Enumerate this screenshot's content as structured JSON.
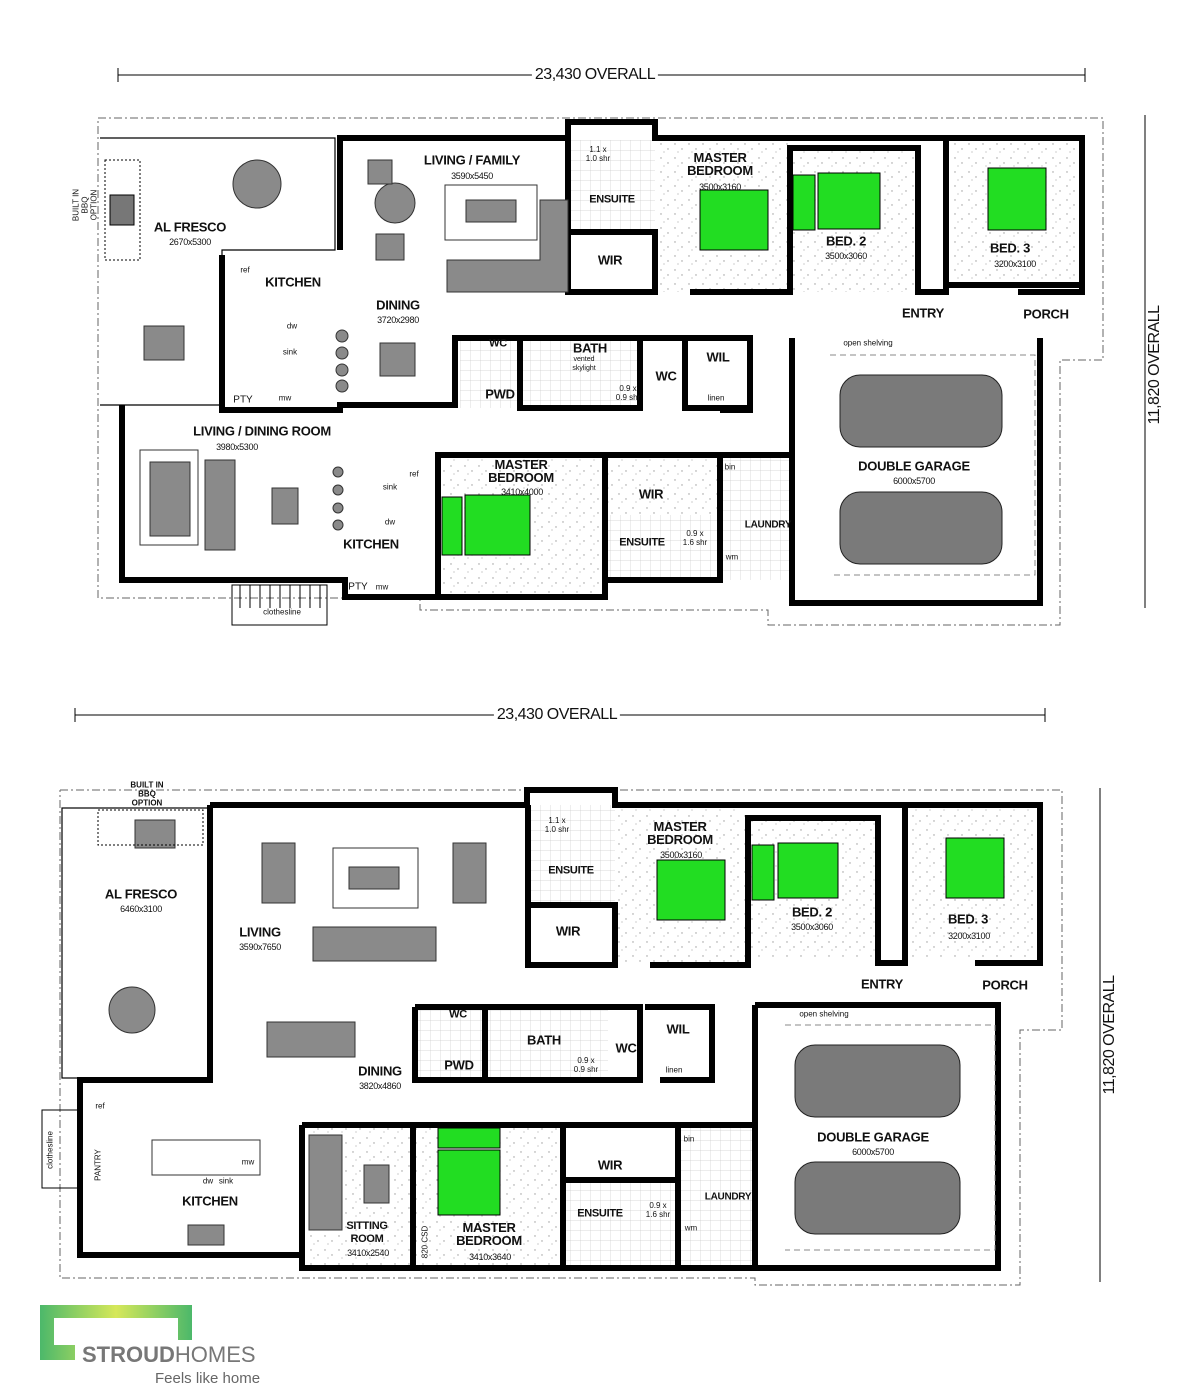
{
  "brand": {
    "name_bold": "STROUD",
    "name_light": "HOMES",
    "tagline": "Feels like home",
    "colors": {
      "green": "#4cb86a",
      "lime": "#d6e85a",
      "text": "#777777"
    }
  },
  "colors": {
    "bed": "#22dd22",
    "furniture": "#8a8a8a",
    "wall": "#000000"
  },
  "plans": [
    {
      "overall_width": "23,430 OVERALL",
      "overall_depth": "11,820 OVERALL",
      "rooms": [
        {
          "name": "LIVING / FAMILY",
          "dim": "3590x5450"
        },
        {
          "name": "AL FRESCO",
          "dim": "2670x5300"
        },
        {
          "name": "KITCHEN"
        },
        {
          "name": "DINING",
          "dim": "3720x2980"
        },
        {
          "name": "ENSUITE"
        },
        {
          "name": "WIR"
        },
        {
          "name": "MASTER BEDROOM",
          "dim": "3500x3160"
        },
        {
          "name": "BED. 2",
          "dim": "3500x3060"
        },
        {
          "name": "BED. 3",
          "dim": "3200x3100"
        },
        {
          "name": "ENTRY"
        },
        {
          "name": "PORCH"
        },
        {
          "name": "WC"
        },
        {
          "name": "BATH"
        },
        {
          "name": "PWD"
        },
        {
          "name": "WC"
        },
        {
          "name": "WIL"
        },
        {
          "name": "DOUBLE GARAGE",
          "dim": "6000x5700"
        },
        {
          "name": "LIVING / DINING ROOM",
          "dim": "3980x5300"
        },
        {
          "name": "KITCHEN"
        },
        {
          "name": "MASTER BEDROOM",
          "dim": "3410x4000"
        },
        {
          "name": "WIR"
        },
        {
          "name": "ENSUITE"
        },
        {
          "name": "LAUNDRY"
        }
      ],
      "notes": [
        "BUILT IN BBQ OPTION",
        "ref",
        "dw",
        "sink",
        "mw",
        "PTY",
        "1.1 x 1.0 shr",
        "vented skylight",
        "0.9 x 0.9 shr",
        "linen",
        "open shelving",
        "sink",
        "dw",
        "ref",
        "PTY",
        "mw",
        "bin",
        "0.9 x 1.6 shr",
        "wm",
        "clothesline"
      ]
    },
    {
      "overall_width": "23,430 OVERALL",
      "overall_depth": "11,820 OVERALL",
      "rooms": [
        {
          "name": "AL FRESCO",
          "dim": "6460x3100"
        },
        {
          "name": "LIVING",
          "dim": "3590x7650"
        },
        {
          "name": "DINING",
          "dim": "3820x4860"
        },
        {
          "name": "KITCHEN"
        },
        {
          "name": "SITTING ROOM",
          "dim": "3410x2540"
        },
        {
          "name": "MASTER BEDROOM",
          "dim": "3410x3640"
        },
        {
          "name": "WIR"
        },
        {
          "name": "ENSUITE"
        },
        {
          "name": "LAUNDRY"
        },
        {
          "name": "ENSUITE"
        },
        {
          "name": "WIR"
        },
        {
          "name": "MASTER BEDROOM",
          "dim": "3500x3160"
        },
        {
          "name": "BED. 2",
          "dim": "3500x3060"
        },
        {
          "name": "BED. 3",
          "dim": "3200x3100"
        },
        {
          "name": "ENTRY"
        },
        {
          "name": "PORCH"
        },
        {
          "name": "WC"
        },
        {
          "name": "PWD"
        },
        {
          "name": "BATH"
        },
        {
          "name": "WC"
        },
        {
          "name": "WIL"
        },
        {
          "name": "DOUBLE GARAGE",
          "dim": "6000x5700"
        }
      ],
      "notes": [
        "BUILT IN BBQ OPTION",
        "ref",
        "PANTRY",
        "clothesline",
        "dw",
        "sink",
        "mw",
        "820 CSD",
        "bin",
        "0.9 x 1.6 shr",
        "wm",
        "1.1 x 1.0 shr",
        "0.9 x 0.9 shr",
        "linen",
        "open shelving"
      ]
    }
  ]
}
